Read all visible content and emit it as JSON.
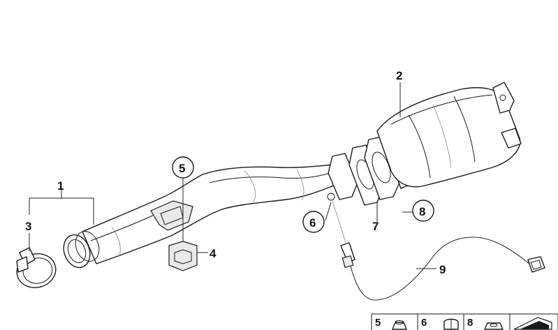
{
  "diagram": {
    "callouts": {
      "c1": "1",
      "c2": "2",
      "c3": "3",
      "c4": "4",
      "c5": "5",
      "c6": "6",
      "c7": "7",
      "c8": "8",
      "c9": "9"
    },
    "legend": [
      {
        "num": "5"
      },
      {
        "num": "6"
      },
      {
        "num": "8"
      }
    ],
    "icons": [
      "pipe-clamp-icon",
      "catalytic-converter-icon",
      "bracket-icon",
      "oxygen-sensor-icon",
      "gasket-icon",
      "nut-icon",
      "cap-nut-icon",
      "hex-nut-icon"
    ]
  }
}
